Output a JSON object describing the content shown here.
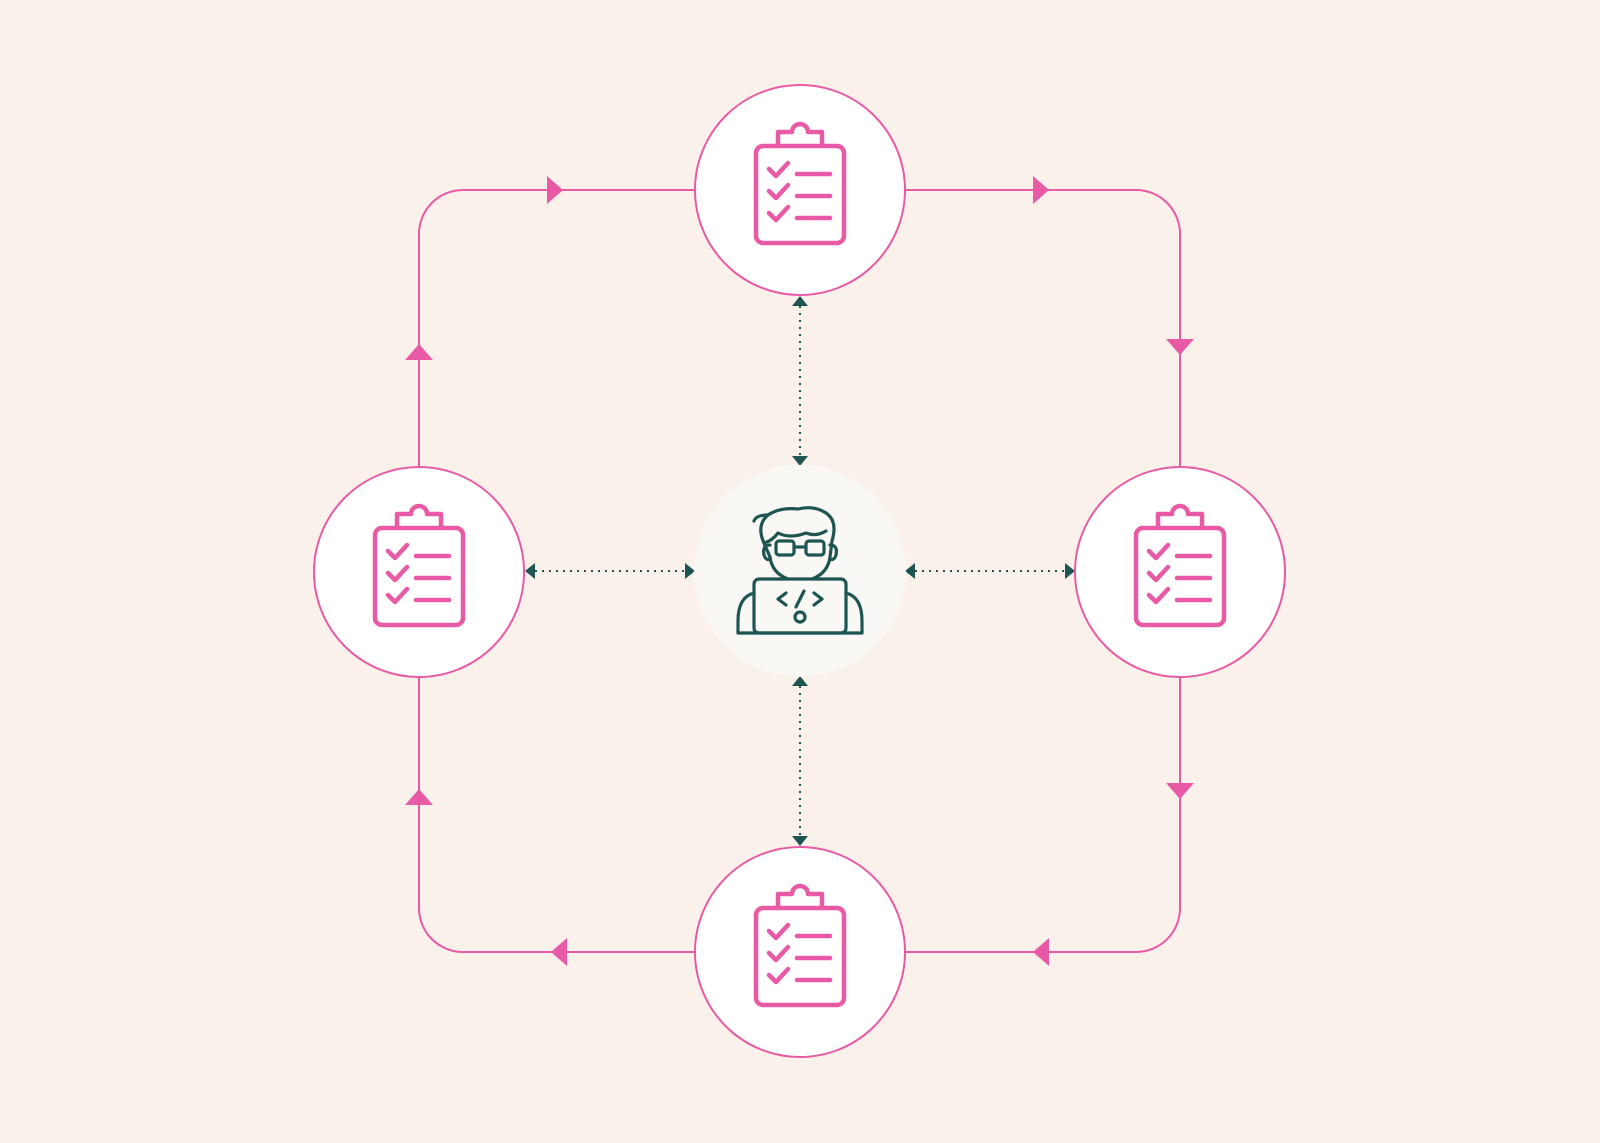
{
  "diagram": {
    "background_color": "#faf1ea",
    "accent_color": "#e85aa5",
    "center_color": "#1e5552",
    "node_fill": "#ffffff",
    "center_fill": "#f9f8f5",
    "center_node": {
      "icon": "developer-coding-icon"
    },
    "outer_nodes": [
      {
        "position": "top",
        "icon": "checklist-clipboard-icon"
      },
      {
        "position": "right",
        "icon": "checklist-clipboard-icon"
      },
      {
        "position": "bottom",
        "icon": "checklist-clipboard-icon"
      },
      {
        "position": "left",
        "icon": "checklist-clipboard-icon"
      }
    ],
    "cycle_direction": "clockwise",
    "spoke_style": "dotted-bidirectional"
  }
}
